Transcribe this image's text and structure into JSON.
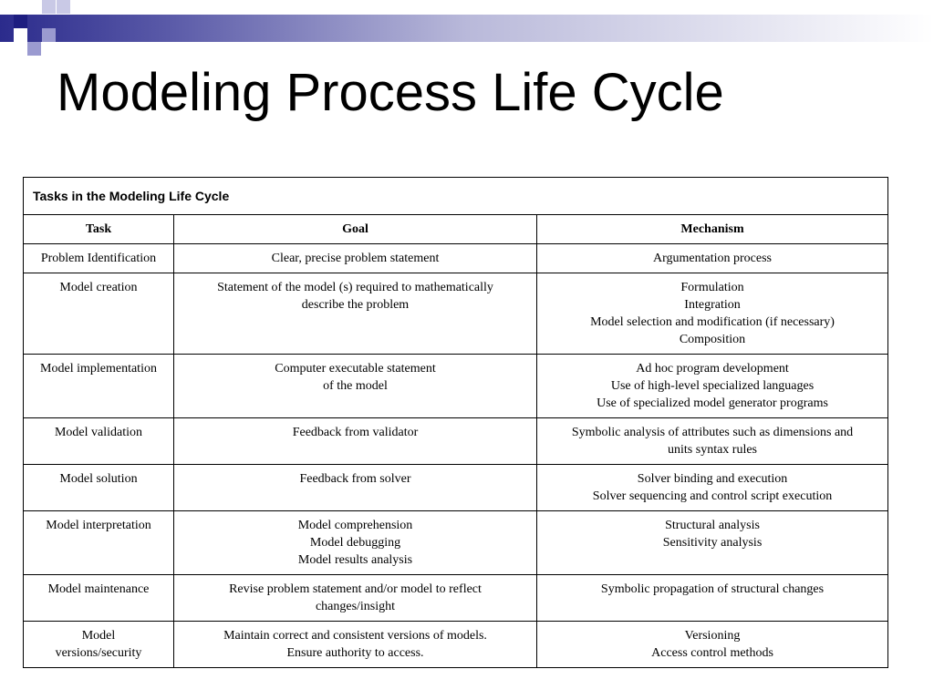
{
  "slide": {
    "title": "Modeling Process Life Cycle"
  },
  "table": {
    "caption": "Tasks in the Modeling Life Cycle",
    "headers": [
      "Task",
      "Goal",
      "Mechanism"
    ],
    "rows": [
      {
        "task": [
          "Problem Identification"
        ],
        "goal": [
          "Clear, precise problem statement"
        ],
        "mechanism": [
          "Argumentation process"
        ]
      },
      {
        "task": [
          "Model creation"
        ],
        "goal": [
          "Statement of the model (s) required to mathematically",
          "describe the problem"
        ],
        "mechanism": [
          "Formulation",
          "Integration",
          "Model selection and modification (if necessary)",
          "Composition"
        ]
      },
      {
        "task": [
          "Model implementation"
        ],
        "goal": [
          "Computer executable statement",
          "of the model"
        ],
        "mechanism": [
          "Ad hoc program development",
          "Use of high-level specialized languages",
          "Use of specialized model generator programs"
        ]
      },
      {
        "task": [
          "Model validation"
        ],
        "goal": [
          "Feedback from validator"
        ],
        "mechanism": [
          "Symbolic analysis of attributes such as dimensions and",
          "units syntax rules"
        ]
      },
      {
        "task": [
          "Model solution"
        ],
        "goal": [
          "Feedback from solver"
        ],
        "mechanism": [
          "Solver binding and execution",
          "Solver sequencing and control script execution"
        ]
      },
      {
        "task": [
          "Model interpretation"
        ],
        "goal": [
          "Model comprehension",
          "Model debugging",
          "Model results analysis"
        ],
        "mechanism": [
          "Structural analysis",
          "Sensitivity analysis"
        ]
      },
      {
        "task": [
          "Model maintenance"
        ],
        "goal": [
          "Revise problem statement and/or model to reflect",
          "changes/insight"
        ],
        "mechanism": [
          "Symbolic propagation of structural changes"
        ]
      },
      {
        "task": [
          "Model",
          "versions/security"
        ],
        "goal": [
          "Maintain correct and consistent versions of models.",
          "Ensure authority to access."
        ],
        "mechanism": [
          "Versioning",
          "Access control methods"
        ]
      }
    ]
  },
  "colors": {
    "accent_dark": "#2b2b8c",
    "accent_mid": "#7f7fbf",
    "accent_light": "#c9c9e6"
  }
}
